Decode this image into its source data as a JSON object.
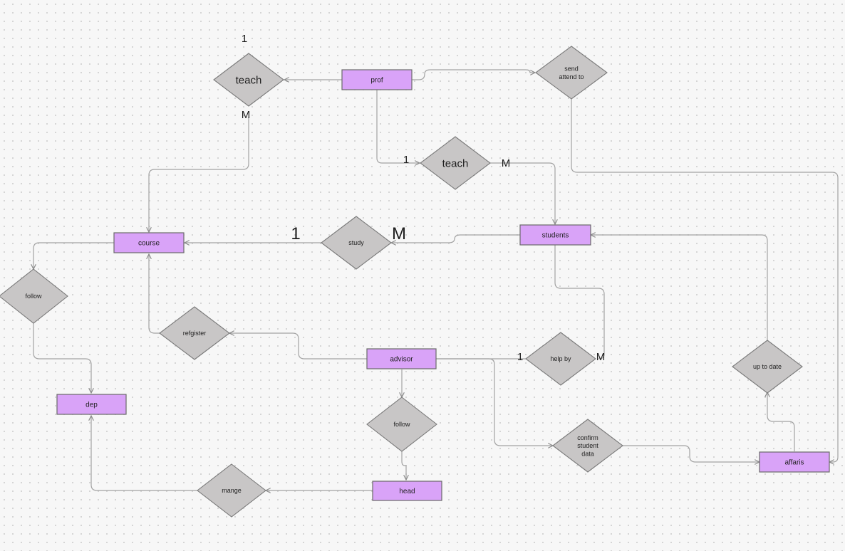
{
  "colors": {
    "entity_fill": "#d9a3f8",
    "entity_stroke": "#6a6a6a",
    "relation_fill": "#c8c6c6",
    "relation_stroke": "#7a7a7a",
    "connector": "#a3a3a3",
    "text": "#1e1e1e"
  },
  "entities": {
    "prof": "prof",
    "students": "students",
    "course": "course",
    "dep": "dep",
    "advisor": "advisor",
    "head": "head",
    "affaris": "affaris"
  },
  "relationships": {
    "teach_top": [
      "teach"
    ],
    "send_attend": [
      "send",
      "attend to"
    ],
    "teach_mid": [
      "teach"
    ],
    "study": [
      "study"
    ],
    "follow_left": [
      "follow"
    ],
    "register": [
      "refgister"
    ],
    "help_by": [
      "help by"
    ],
    "up_to_date": [
      "up to date"
    ],
    "follow_mid": [
      "follow"
    ],
    "confirm": [
      "confirm",
      "student",
      "data"
    ],
    "mange": [
      "mange"
    ]
  },
  "cardinalities": {
    "teach_top_1": "1",
    "teach_top_m": "M",
    "teach_mid_1": "1",
    "teach_mid_m": "M",
    "study_1": "1",
    "study_m": "M",
    "help_by_1": "1",
    "help_by_m": "M"
  }
}
